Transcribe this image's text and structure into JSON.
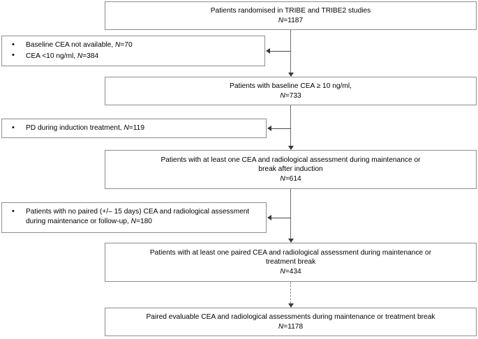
{
  "diagram": {
    "title": "CONSORT-style patient flow diagram",
    "type": "flowchart",
    "colors": {
      "box_border": "#8d8d8d",
      "connector": "#6e6e6e",
      "arrow": "#3a3a3a",
      "background": "#ffffff",
      "text": "#000000"
    },
    "main_nodes": [
      {
        "id": "node-randomised",
        "line1": "Patients randomised in TRIBE and TRIBE2 studies",
        "n_label": "N",
        "n_value": "=1187"
      },
      {
        "id": "node-baseline-cea",
        "line1": "Patients with baseline CEA ≥ 10 ng/ml,",
        "n_label": "N",
        "n_value": "=733"
      },
      {
        "id": "node-at-least-one-assessment",
        "line1": "Patients with at least one CEA and radiological assessment during maintenance or",
        "line2": "break after induction",
        "n_label": "N",
        "n_value": "=614"
      },
      {
        "id": "node-at-least-one-paired",
        "line1": "Patients with at least one paired CEA and radiological assessment during maintenance or",
        "line2": "treatment break",
        "n_label": "N",
        "n_value": "=434"
      },
      {
        "id": "node-paired-evaluable",
        "line1": "Paired evaluable CEA and radiological assessments during maintenance or treatment break",
        "n_label": "N",
        "n_value": "=1178"
      }
    ],
    "exclusion_nodes": [
      {
        "id": "excl-baseline",
        "items": [
          {
            "text": "Baseline CEA not available, ",
            "n_label": "N",
            "n_value": "=70"
          },
          {
            "text": "CEA <10 ng/ml, ",
            "n_label": "N",
            "n_value": "=384"
          }
        ]
      },
      {
        "id": "excl-pd",
        "items": [
          {
            "text": "PD during induction treatment, ",
            "n_label": "N",
            "n_value": "=119"
          }
        ]
      },
      {
        "id": "excl-no-paired",
        "items": [
          {
            "text": "Patients with no paired (+/– 15 days) CEA and radiological assessment during maintenance or follow-up, ",
            "n_label": "N",
            "n_value": "=180"
          }
        ]
      }
    ]
  }
}
